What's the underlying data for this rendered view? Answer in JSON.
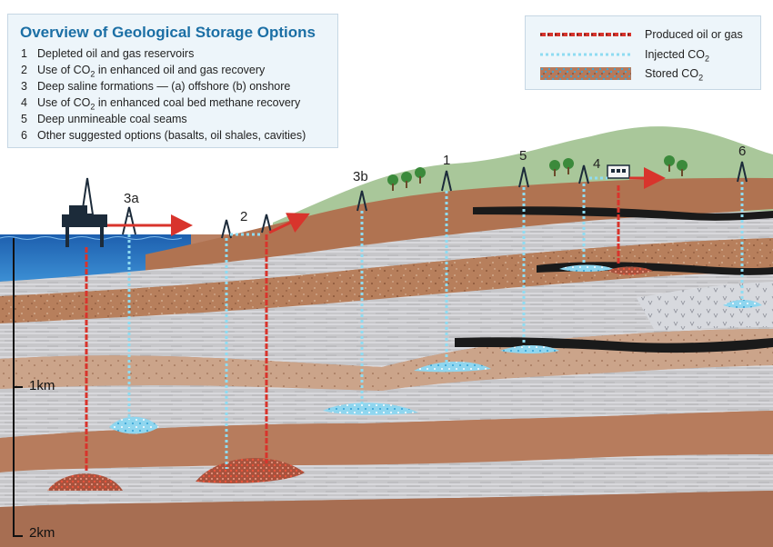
{
  "title": "Overview of Geological Storage Options",
  "options": [
    {
      "num": "1",
      "text": "Depleted oil and gas reservoirs"
    },
    {
      "num": "2",
      "pre": "Use of CO",
      "sub": "2",
      "post": " in enhanced oil and gas recovery"
    },
    {
      "num": "3",
      "text": "Deep saline formations — (a) offshore (b) onshore"
    },
    {
      "num": "4",
      "pre": "Use of CO",
      "sub": "2",
      "post": " in enhanced coal bed methane recovery"
    },
    {
      "num": "5",
      "text": "Deep unmineable coal seams"
    },
    {
      "num": "6",
      "text": "Other suggested options (basalts, oil shales, cavities)"
    }
  ],
  "legend": {
    "produced": "Produced oil or gas",
    "injected_pre": "Injected CO",
    "injected_sub": "2",
    "stored_pre": "Stored CO",
    "stored_sub": "2"
  },
  "site_labels": {
    "s3a": "3a",
    "s2": "2",
    "s3b": "3b",
    "s1": "1",
    "s5": "5",
    "s4": "4",
    "s6": "6"
  },
  "depth_labels": {
    "km1": "1km",
    "km2": "2km"
  },
  "colors": {
    "sky": "#ffffff",
    "hill": "#a9c79a",
    "sea": "#2a78c2",
    "shale": "#c9c9cc",
    "brown": "#ad7556",
    "light_brown": "#c59a7e",
    "pipe_red": "#d8342c",
    "injected": "#8fdcf2",
    "coal": "#1a1a1a",
    "title_blue": "#1b6fa5"
  }
}
